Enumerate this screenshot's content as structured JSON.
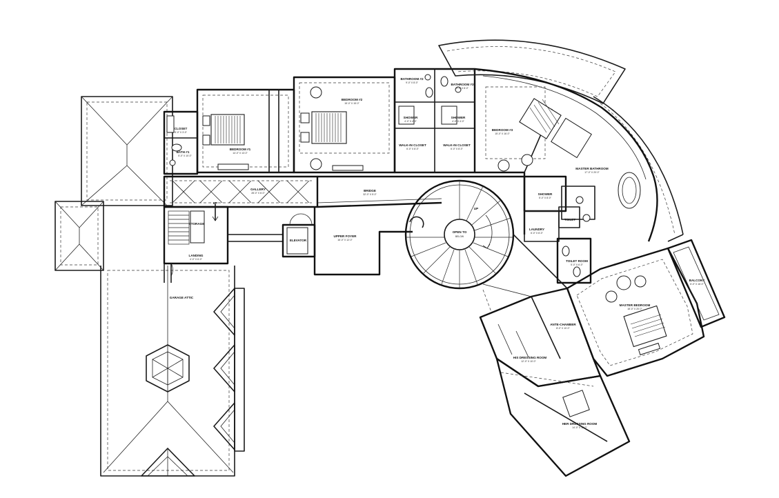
{
  "rooms": {
    "closet_small": {
      "name": "CLOSET",
      "dim": "5'-0\" X 3'-0\""
    },
    "bath_1": {
      "name": "BATH #1",
      "dim": "5'-0\" X 10'-0\""
    },
    "bedroom_1": {
      "name": "BEDROOM #1",
      "dim": "14'-0\" X 13'-0\""
    },
    "bedroom_2": {
      "name": "BEDROOM #2",
      "dim": "15'-0\" X 15'-0\""
    },
    "bathroom_2": {
      "name": "BATHROOM #2",
      "dim": "9'-0\" X 8'-0\""
    },
    "bathroom_3": {
      "name": "BATHROOM #3",
      "dim": "9'-0\" X 8'-0\""
    },
    "shower_1": {
      "name": "SHOWER",
      "dim": "4'-0\" X 4'-0\""
    },
    "shower_2": {
      "name": "SHOWER",
      "dim": "4'-0\" X 4'-0\""
    },
    "walkin_1": {
      "name": "WALK-IN CLOSET",
      "dim": "6'-0\" X 8'-0\""
    },
    "walkin_2": {
      "name": "WALK-IN CLOSET",
      "dim": "6'-0\" X 8'-0\""
    },
    "bedroom_3": {
      "name": "BEDROOM #3",
      "dim": "15'-0\" X 16'-0\""
    },
    "master_bathroom": {
      "name": "MASTER BATHROOM",
      "dim": "17'-0\" X 20'-0\""
    },
    "gallery": {
      "name": "GALLERY",
      "dim": "28'-0\" X 6'-0\""
    },
    "bridge": {
      "name": "BRIDGE",
      "dim": "32'-0\" X 5'-0\""
    },
    "open_to_below": {
      "name": "OPEN TO BELOW",
      "dim": ""
    },
    "upper_foyer": {
      "name": "UPPER FOYER",
      "dim": "16'-0\" X 12'-0\""
    },
    "elevator": {
      "name": "ELEVATOR",
      "dim": ""
    },
    "storage": {
      "name": "STORAGE",
      "dim": ""
    },
    "landing": {
      "name": "LANDING",
      "dim": "4'-0\" X 6'-0\""
    },
    "garage_attic": {
      "name": "GARAGE ATTIC",
      "dim": ""
    },
    "open_to_below_round": {
      "name": "OPEN TO",
      "dim": "BELOW"
    },
    "shower_master": {
      "name": "SHOWER",
      "dim": "5'-0\" X 8'-0\""
    },
    "laundry": {
      "name": "LAUNDRY",
      "dim": "6'-0\" X 8'-0\""
    },
    "toilet": {
      "name": "TOILET",
      "dim": ""
    },
    "toilet_room": {
      "name": "TOILET ROOM",
      "dim": "5'-0\" X 6'-0\""
    },
    "master_bedroom": {
      "name": "MASTER BEDROOM",
      "dim": "18'-0\" X 20'-0\""
    },
    "balcony": {
      "name": "BALCONY",
      "dim": "6'-0\" X 16'-0\""
    },
    "ante_chamber": {
      "name": "ANTE-CHAMBER",
      "dim": "8'-0\" X 10'-0\""
    },
    "his_dressing": {
      "name": "HIS DRESSING ROOM",
      "dim": "12'-0\" X 10'-0\""
    },
    "her_dressing": {
      "name": "HER DRESSING ROOM",
      "dim": "14'-0\" X 12'-0\""
    },
    "up_marker": {
      "name": "UP",
      "dim": ""
    }
  }
}
